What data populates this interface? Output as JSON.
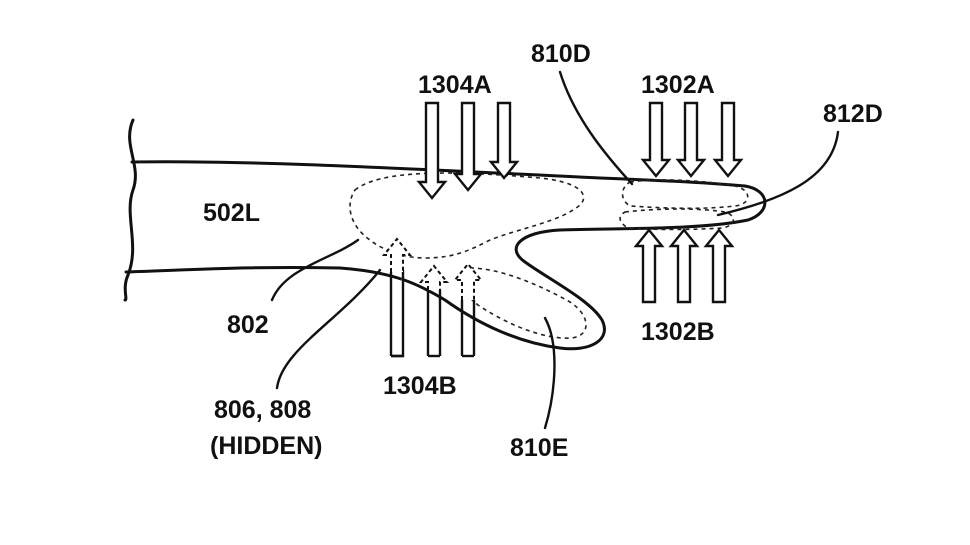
{
  "labels": {
    "finger_body": "502L",
    "region_802": "802",
    "hidden_parts_line1": "806, 808",
    "hidden_parts_line2": "(HIDDEN)",
    "force_1304A": "1304A",
    "force_1304B": "1304B",
    "force_1302A": "1302A",
    "force_1302B": "1302B",
    "region_810D": "810D",
    "region_812D": "812D",
    "region_810E": "810E"
  }
}
